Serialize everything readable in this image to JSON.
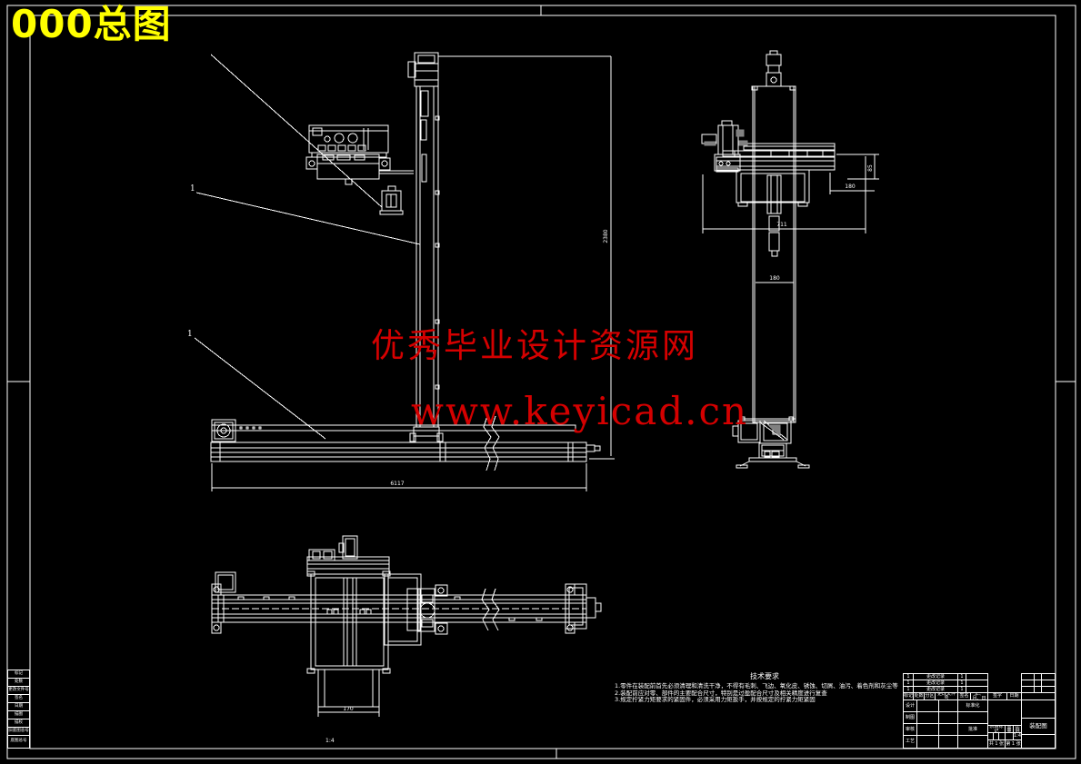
{
  "sheet": {
    "background": "#000000",
    "line_color": "#ffffff"
  },
  "title_overlay": {
    "text": "000总图",
    "color": "#ffff00"
  },
  "watermark": {
    "line1": "优秀毕业设计资源网",
    "line2": "www.keyicad.cn",
    "color": "#d40000"
  },
  "callouts": {
    "c1": "1",
    "c2": "1"
  },
  "dimensions": {
    "front_length": "6117",
    "front_height": "2380",
    "side_width": "711",
    "side_h85": "85",
    "side_h180": "180",
    "side_col": "180",
    "top_width": "170",
    "top_label": "1:4"
  },
  "tech_requirements": {
    "title": "技术要求",
    "lines": [
      "1.零件在装配前首先必须清理和清洗干净，不得有毛刺、飞边、氧化皮、锈蚀、切屑、油污、着色剂和灰尘等",
      "2.装配前应对零、部件的主要配合尺寸，特别是过盈配合尺寸及相关精度进行复查",
      "3.规定拧紧力矩要求的紧固件，必须采用力矩扳手，并按规定的拧紧力矩紧固"
    ]
  },
  "title_block": {
    "rev_header": [
      "标记",
      "处数",
      "分区",
      "更改文件号",
      "签名",
      "年、月、日",
      "签字",
      "日期"
    ],
    "rev_rows": [
      [
        "1",
        "更改记录",
        "1"
      ],
      [
        "1",
        "更改记录",
        "1"
      ],
      [
        "1",
        "更改记录",
        "1"
      ]
    ],
    "left_labels": [
      "设计",
      "制图",
      "审核",
      "工艺"
    ],
    "mid_labels": [
      "标准化",
      "批准"
    ],
    "stage_header": [
      "阶段标记",
      "重量",
      "比例"
    ],
    "scale": "1:4",
    "sheet_count": "共 1 张",
    "sheet_no": "第 1 张",
    "drawing_name": "装配图"
  },
  "margin_table": {
    "rows": [
      "标记",
      "处数",
      "更改文件号",
      "签名",
      "日期",
      "描图",
      "描校",
      "旧底图总号",
      "底图总号"
    ]
  }
}
